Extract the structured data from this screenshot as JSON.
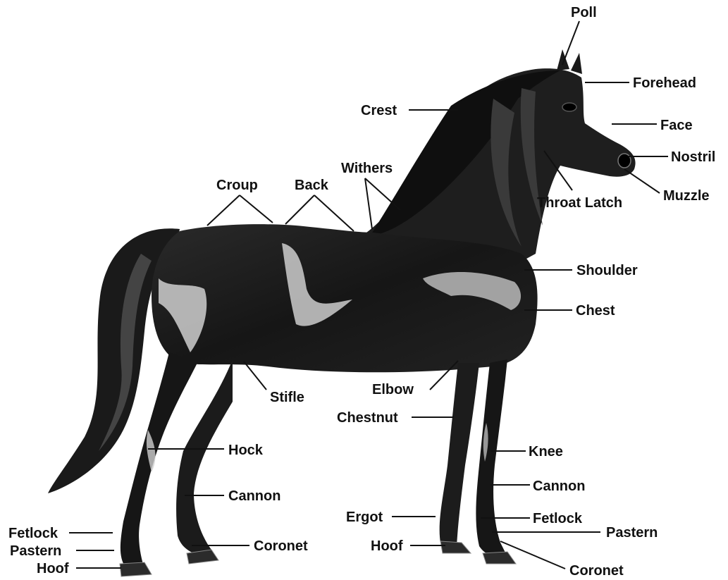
{
  "labels": {
    "poll": "Poll",
    "forehead": "Forehead",
    "crest": "Crest",
    "face": "Face",
    "nostril": "Nostril",
    "withers": "Withers",
    "croup": "Croup",
    "back": "Back",
    "muzzle": "Muzzle",
    "throat_latch": "Throat Latch",
    "shoulder": "Shoulder",
    "chest": "Chest",
    "elbow": "Elbow",
    "stifle": "Stifle",
    "chestnut": "Chestnut",
    "hock": "Hock",
    "knee": "Knee",
    "cannon_left": "Cannon",
    "cannon_right": "Cannon",
    "ergot": "Ergot",
    "fetlock_left": "Fetlock",
    "fetlock_right": "Fetlock",
    "pastern_left": "Pastern",
    "pastern_right": "Pastern",
    "hoof_left": "Hoof",
    "hoof_right": "Hoof",
    "coronet_left": "Coronet",
    "coronet_right": "Coronet"
  },
  "colors": {
    "horse_body": "#1c1c1c",
    "horse_highlight": "#d9d9d9",
    "leader_line": "#111111",
    "background": "#ffffff"
  }
}
